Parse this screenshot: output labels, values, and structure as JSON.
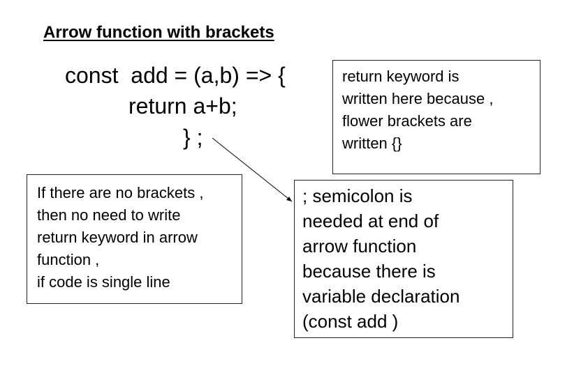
{
  "title": "Arrow function with brackets",
  "code": {
    "line1": "const  add = (a,b) => {",
    "line2": "return a+b;",
    "line3": "} ;"
  },
  "note_return_keyword": {
    "lines": [
      "return keyword is",
      "written here because ,",
      "flower brackets are",
      "written {}"
    ]
  },
  "note_no_brackets": {
    "lines": [
      "If there are no brackets ,",
      "then no need to write",
      "return keyword in arrow",
      "function ,",
      "if code is single line"
    ]
  },
  "note_semicolon": {
    "lines": [
      "; semicolon is",
      "needed at end of",
      "arrow function",
      "because there is",
      "variable declaration",
      "(const add )"
    ]
  }
}
